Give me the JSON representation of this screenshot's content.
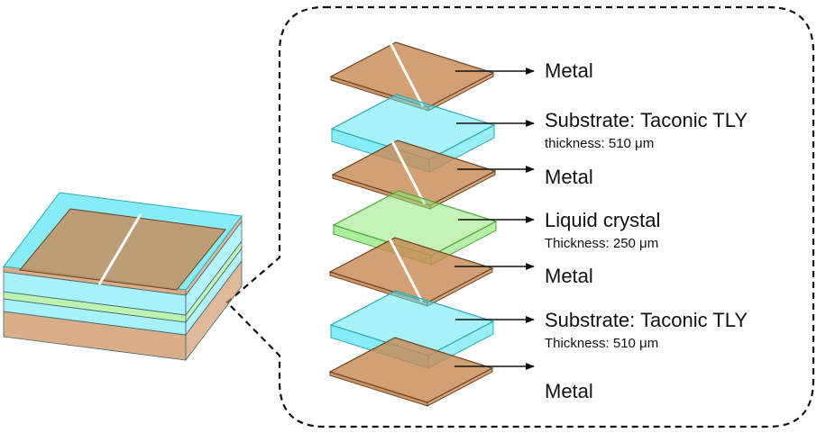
{
  "colors": {
    "metal": "#c98a55",
    "metal_stroke": "#6a4324",
    "substrate": "#5fe6f2",
    "substrate_stroke": "#2aa9b6",
    "liquid_crystal": "#8fe87a",
    "liquid_crystal_stroke": "#4aa83a",
    "callout_border": "#111111"
  },
  "layers": [
    {
      "kind": "metal",
      "title": "Metal",
      "subtitle": ""
    },
    {
      "kind": "substrate",
      "title": "Substrate: Taconic TLY",
      "subtitle": "thickness: 510 μm"
    },
    {
      "kind": "metal",
      "title": "Metal",
      "subtitle": ""
    },
    {
      "kind": "liquid_crystal",
      "title": "Liquid crystal",
      "subtitle": "Thickness: 250 μm"
    },
    {
      "kind": "metal",
      "title": "Metal",
      "subtitle": ""
    },
    {
      "kind": "substrate",
      "title": "Substrate: Taconic TLY",
      "subtitle": "Thickness: 510 μm"
    },
    {
      "kind": "metal",
      "title": "Metal",
      "subtitle": ""
    }
  ]
}
